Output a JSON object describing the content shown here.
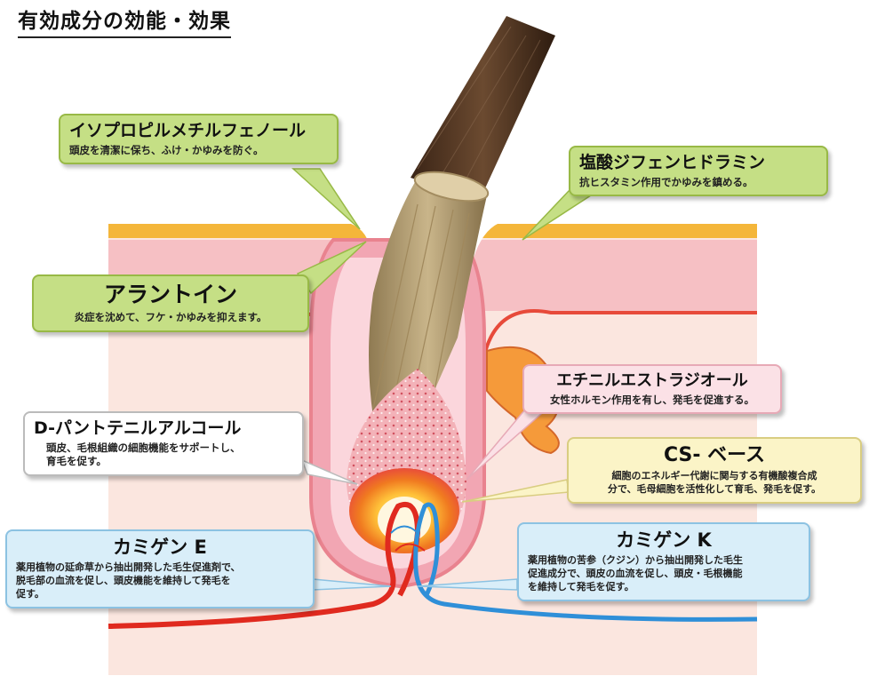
{
  "title": "有効成分の効能・効果",
  "colors": {
    "callout_green": "#c5df85",
    "callout_pink": "#fbe1e6",
    "callout_cream": "#fbf4c7",
    "callout_blue": "#d9eef9",
    "skin_surface": "#f4b63a",
    "skin_pink": "#f4b7bf",
    "hair_brown": "#5a3a24",
    "artery_red": "#e02a1f",
    "vein_blue": "#2f8fd8"
  },
  "ingredients": [
    {
      "id": "isopropyl",
      "name": "イソプロピルメチルフェノール",
      "desc": [
        "頭皮を清潔に保ち、ふけ・かゆみを防ぐ。"
      ]
    },
    {
      "id": "diphenhydramine",
      "name": "塩酸ジフェンヒドラミン",
      "desc": [
        "抗ヒスタミン作用でかゆみを鎮める。"
      ]
    },
    {
      "id": "allantoin",
      "name": "アラントイン",
      "desc": [
        "炎症を沈めて、フケ・かゆみを抑えます。"
      ]
    },
    {
      "id": "ethinylestradiol",
      "name": "エチニルエストラジオール",
      "desc": [
        "女性ホルモン作用を有し、発毛を促進する。"
      ]
    },
    {
      "id": "panthenol",
      "name": "D-パントテニルアルコール",
      "desc": [
        "頭皮、毛根組織の細胞機能をサポートし、",
        "育毛を促す。"
      ]
    },
    {
      "id": "cs_base",
      "name": "CS- ベース",
      "desc": [
        "細胞のエネルギー代謝に関与する有機酸複合成",
        "分で、毛母細胞を活性化して育毛、発毛を促す。"
      ]
    },
    {
      "id": "kamigen_e",
      "name": "カミゲン E",
      "desc": [
        "薬用植物の延命草から抽出開発した毛生促進剤で、",
        "脱毛部の血流を促し、頭皮機能を維持して発毛を",
        "促す。"
      ]
    },
    {
      "id": "kamigen_k",
      "name": "カミゲン K",
      "desc": [
        "薬用植物の苦参（クジン）から抽出開発した毛生",
        "促進成分で、頭皮の血流を促し、頭皮・毛根機能",
        "を維持して発毛を促す。"
      ]
    }
  ]
}
